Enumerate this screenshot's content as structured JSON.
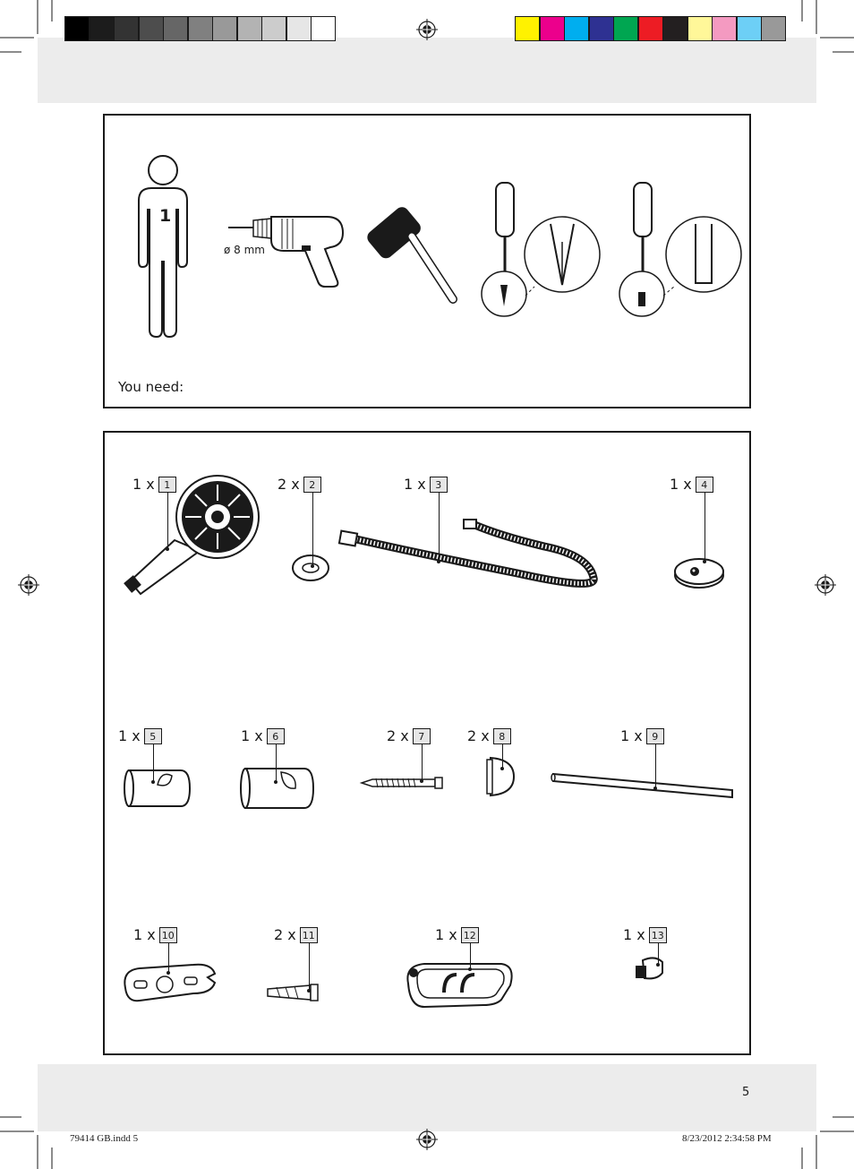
{
  "colors": {
    "grayscale": [
      "#000000",
      "#1c1c1c",
      "#333333",
      "#4d4d4d",
      "#666666",
      "#808080",
      "#999999",
      "#b3b3b3",
      "#cccccc",
      "#e6e6e6",
      "#ffffff"
    ],
    "process": [
      "#fff200",
      "#ec008c",
      "#00aeef",
      "#2e3192",
      "#00a651",
      "#ed1c24",
      "#231f20",
      "#fff799",
      "#f49ac1",
      "#6dcff6",
      "#999999"
    ]
  },
  "tools_panel": {
    "person_number": "1",
    "drill_label": "ø 8 mm",
    "you_need": "You need:"
  },
  "parts": [
    {
      "qty": "1 x",
      "num": "1"
    },
    {
      "qty": "2 x",
      "num": "2"
    },
    {
      "qty": "1 x",
      "num": "3"
    },
    {
      "qty": "1 x",
      "num": "4"
    },
    {
      "qty": "1 x",
      "num": "5"
    },
    {
      "qty": "1 x",
      "num": "6"
    },
    {
      "qty": "2 x",
      "num": "7"
    },
    {
      "qty": "2 x",
      "num": "8"
    },
    {
      "qty": "1 x",
      "num": "9"
    },
    {
      "qty": "1 x",
      "num": "10"
    },
    {
      "qty": "2 x",
      "num": "11"
    },
    {
      "qty": "1 x",
      "num": "12"
    },
    {
      "qty": "1 x",
      "num": "13"
    }
  ],
  "page_number": "5",
  "slug": {
    "file": "79414 GB.indd   5",
    "timestamp": "8/23/2012   2:34:58 PM"
  }
}
